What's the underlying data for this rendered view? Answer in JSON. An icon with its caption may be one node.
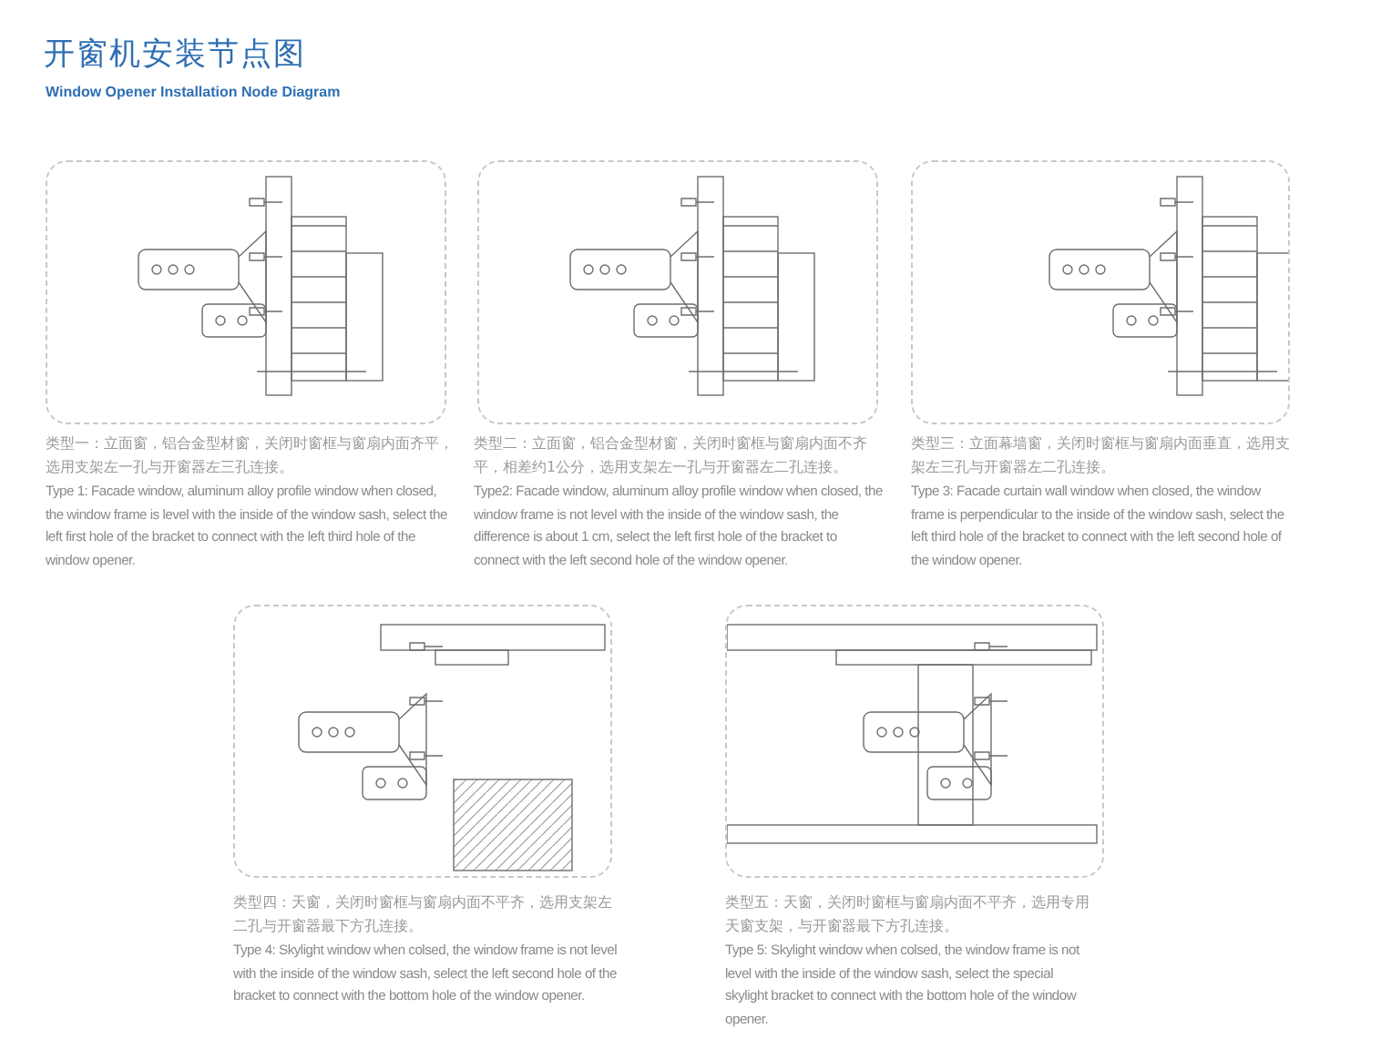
{
  "diagram": {
    "title": "开窗机安装节点图",
    "nodes": [
      {
        "text": [],
        "shape": "picture",
        "beside": [
          "类型一：立面窗，铝合金型材窗，关闭时窗框与窗扇内面齐平，选用支架左一孔与开窗器左三孔连接。",
          "Type 1: Facade window, aluminum alloy profile window when closed, the window frame is level with the inside of the window sash, select the left first hole of the bracket to connect with the left third hole of the window opener."
        ]
      },
      {
        "text": [],
        "shape": "picture",
        "beside": [
          "类型二：立面窗，铝合金型材窗，关闭时窗框与窗扇内面不齐平，相差约1公分，选用支架左一孔与开窗器左二孔连接。",
          "Type2: Facade window, aluminum alloy profile window when closed, the window frame is not level with the inside of the window sash, the difference is about 1 cm, select the left first hole of the bracket to connect with the left second hole of the window opener."
        ]
      },
      {
        "text": [],
        "shape": "picture",
        "beside": [
          "类型三：立面幕墙窗，关闭时窗框与窗扇内面垂直，选用支架左三孔与开窗器左二孔连接。",
          "Type 3: Facade curtain wall window when closed, the window frame is perpendicular to the inside of the window sash, select the left third hole of the bracket to connect with the left second hole of the window opener."
        ]
      },
      {
        "text": [],
        "shape": "picture",
        "beside": [
          "类型四：天窗，关闭时窗框与窗扇内面不平齐，选用支架左二孔与开窗器最下方孔连接。",
          "Type 4: Skylight window when colsed, the window frame is not level with the inside of the window sash, select the left second hole of the bracket to connect with the bottom hole of the window opener."
        ]
      },
      {
        "text": [],
        "shape": "picture",
        "beside": [
          "类型五：天窗，关闭时窗框与窗扇内面不平齐，选用专用天窗支架，与开窗器最下方孔连接。",
          "Type 5: Skylight window when colsed, the window frame is not level with the inside of the window sash, select the special skylight bracket to connect with the bottom hole of the window opener."
        ]
      }
    ],
    "edges": [],
    "labels": [
      "Window Opener Installation Node Diagram"
    ]
  }
}
